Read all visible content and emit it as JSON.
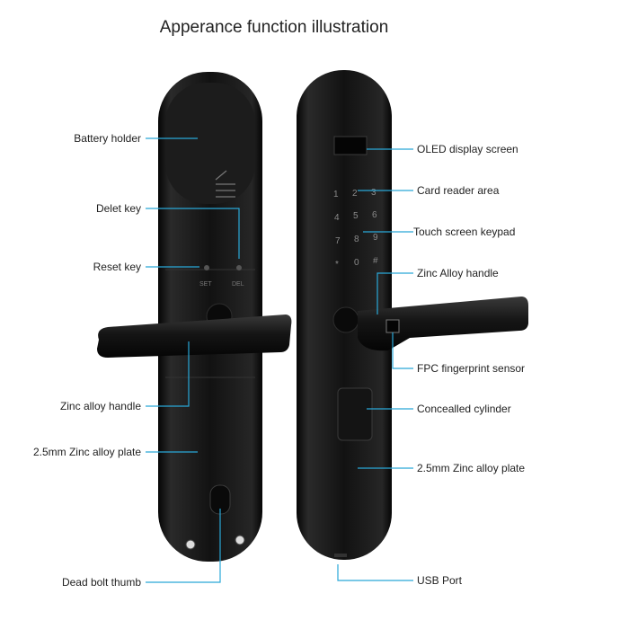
{
  "title": "Apperance function illustration",
  "labels": {
    "battery_holder": "Battery holder",
    "delet_key": "Delet key",
    "reset_key": "Reset key",
    "zinc_alloy_handle_back": "Zinc alloy handle",
    "plate_back": "2.5mm Zinc alloy plate",
    "dead_bolt_thumb": "Dead bolt thumb",
    "oled": "OLED display screen",
    "card_reader": "Card reader area",
    "keypad": "Touch screen keypad",
    "zinc_alloy_handle_front": "Zinc Alloy handle",
    "fingerprint": "FPC fingerprint sensor",
    "cylinder": "Concealled cylinder",
    "plate_front": "2.5mm Zinc alloy plate",
    "usb": "USB Port"
  },
  "keypad_keys": [
    "1",
    "2",
    "3",
    "4",
    "5",
    "6",
    "7",
    "8",
    "9",
    "*",
    "0",
    "#"
  ],
  "back_key_labels": [
    "SET",
    "DEL"
  ],
  "colors": {
    "leader_line": "#29a8d8",
    "lock_body": "#111111",
    "keypad_text": "#8a8a8a"
  }
}
